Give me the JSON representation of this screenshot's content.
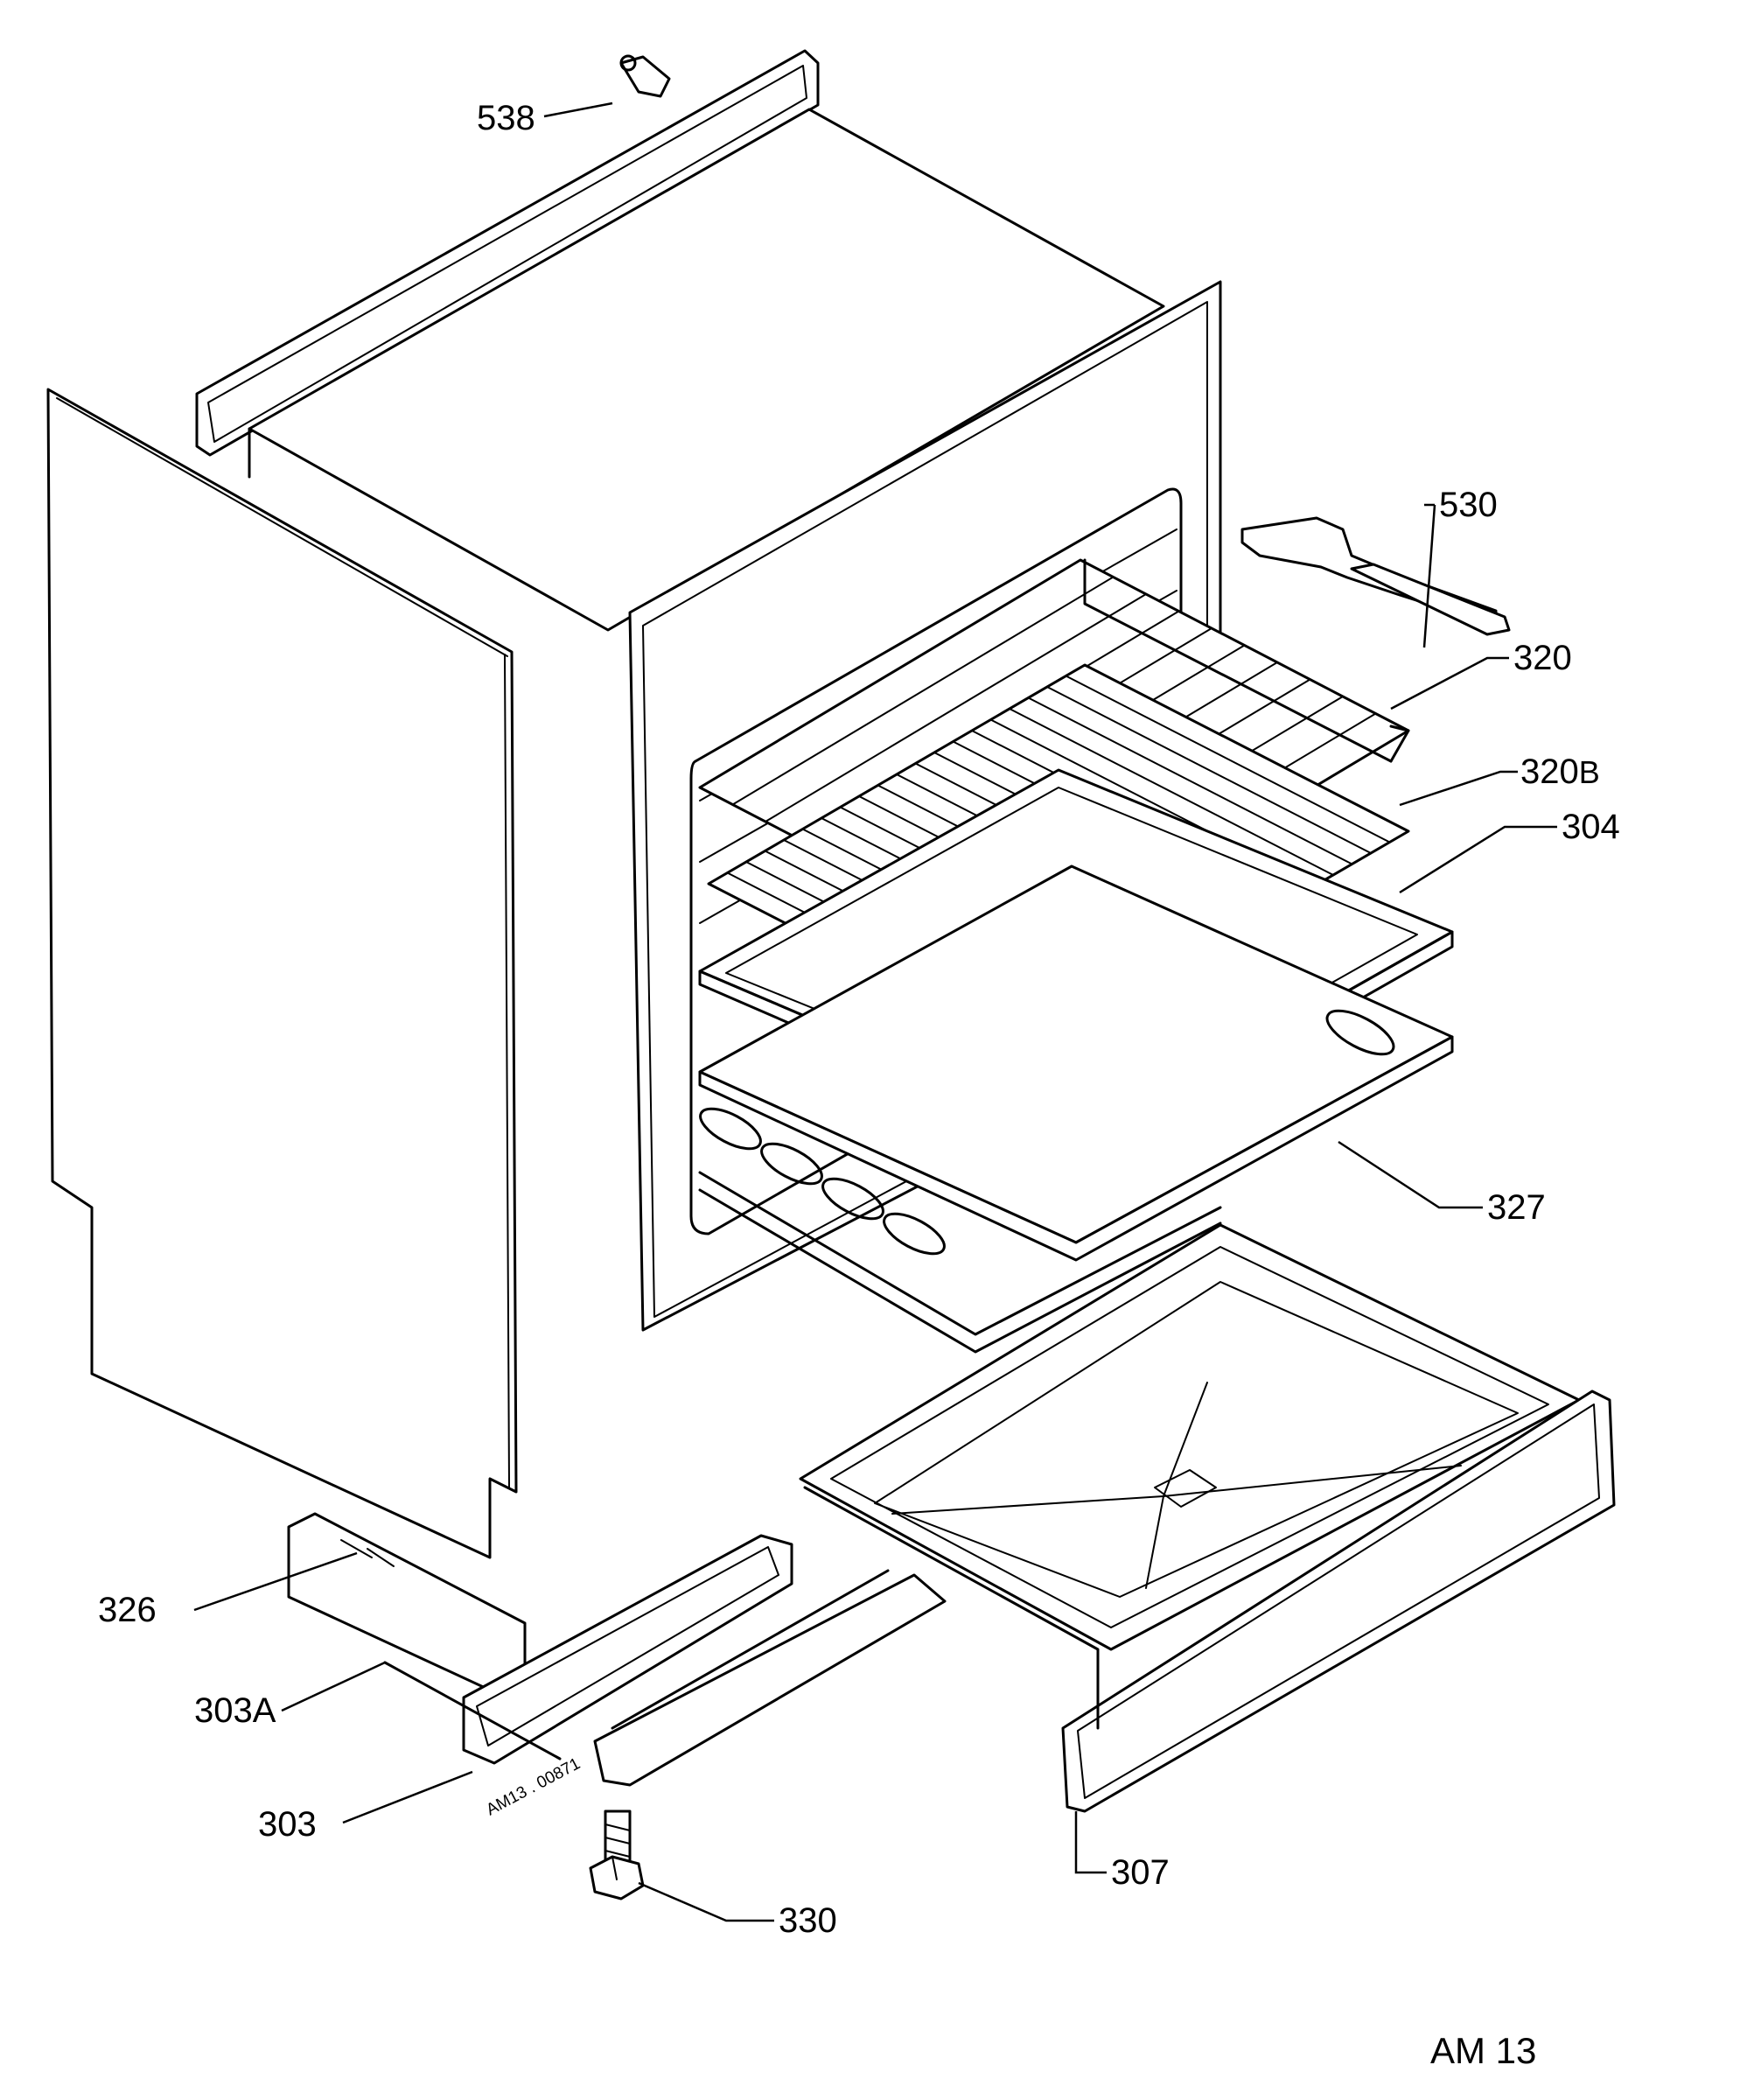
{
  "drawing_id": "AM 13",
  "panel_code": "AM13 . 00871",
  "callouts": {
    "c538": "538",
    "c530": "530",
    "c320": "320",
    "c320b_num": "320",
    "c320b_suffix": "B",
    "c304": "304",
    "c327": "327",
    "c326": "326",
    "c303a": "303A",
    "c303": "303",
    "c330": "330",
    "c307": "307"
  }
}
